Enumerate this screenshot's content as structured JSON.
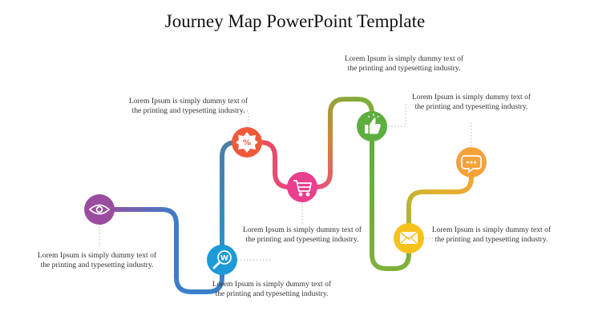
{
  "title": "Journey Map PowerPoint Template",
  "colors": {
    "purple": "#9a4d9f",
    "blue": "#1e9ad6",
    "red": "#ee5a3a",
    "pink": "#ea3f8e",
    "green": "#5cae3e",
    "yellow": "#f7c11e",
    "orange": "#f5a23a"
  },
  "steps": [
    {
      "icon": "eye-icon",
      "text": "Lorem Ipsum is simply dummy text of the printing and typesetting industry."
    },
    {
      "icon": "web-search-icon",
      "text": "Lorem Ipsum is simply dummy text of the printing and typesetting industry."
    },
    {
      "icon": "percent-badge-icon",
      "text": "Lorem Ipsum is simply dummy text of the printing and typesetting industry."
    },
    {
      "icon": "shopping-cart-icon",
      "text": "Lorem Ipsum is simply dummy text of the printing and typesetting industry."
    },
    {
      "icon": "thumbs-up-icon",
      "text": "Lorem Ipsum is simply dummy text of the printing and typesetting industry."
    },
    {
      "icon": "envelope-icon",
      "text": "Lorem Ipsum is simply dummy text of the printing and typesetting industry."
    },
    {
      "icon": "chat-bubble-icon",
      "text": "Lorem Ipsum is simply dummy text of the printing and typesetting industry."
    }
  ]
}
